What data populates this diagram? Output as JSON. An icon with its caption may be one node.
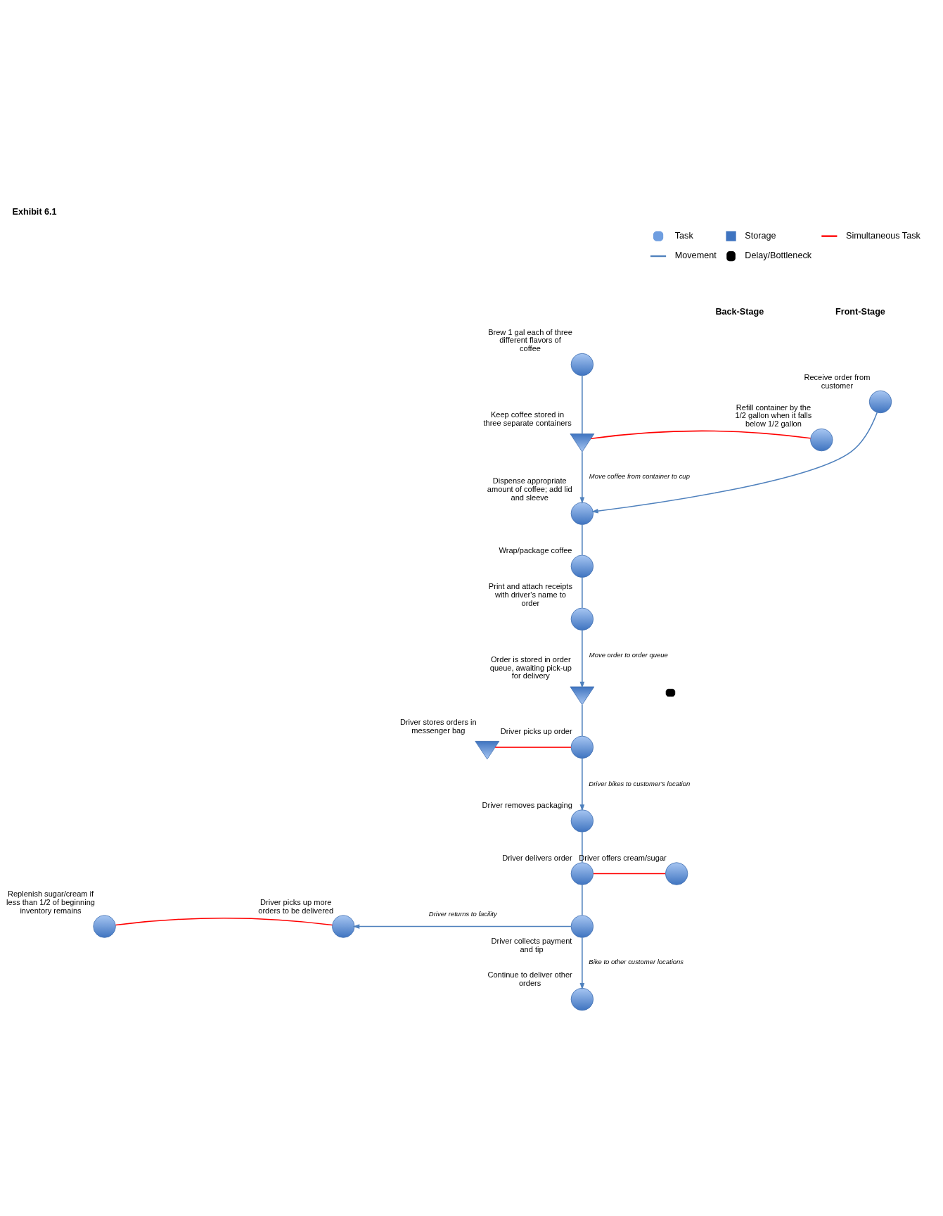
{
  "diagram": {
    "title": "Exhibit 6.1",
    "nodes": [
      {
        "text": [],
        "shape": "circle",
        "beside": [
          "Brew 1 gal each of three different flavors of coffee"
        ]
      },
      {
        "text": [],
        "shape": "triangle",
        "beside": [
          "Keep coffee stored in three separate containers"
        ]
      },
      {
        "text": [],
        "shape": "circle",
        "beside": [
          "Refill container by the 1/2 gallon when it falls below 1/2 gallon"
        ]
      },
      {
        "text": [],
        "shape": "circle",
        "beside": [
          "Receive order from customer"
        ]
      },
      {
        "text": [],
        "shape": "circle",
        "beside": [
          "Dispense appropriate amount of coffee; add lid and sleeve"
        ]
      },
      {
        "text": [],
        "shape": "circle",
        "beside": [
          "Wrap/package coffee"
        ]
      },
      {
        "text": [],
        "shape": "circle",
        "beside": [
          "Print and attach receipts with driver's name to order"
        ]
      },
      {
        "text": [],
        "shape": "triangle",
        "beside": [
          "Order is stored in order queue, awaiting pick-up for delivery"
        ]
      },
      {
        "text": [],
        "shape": "semicircle"
      },
      {
        "text": [],
        "shape": "circle",
        "beside": [
          "Driver picks up order"
        ]
      },
      {
        "text": [],
        "shape": "triangle",
        "beside": [
          "Driver stores orders in messenger bag"
        ]
      },
      {
        "text": [],
        "shape": "circle",
        "beside": [
          "Driver removes packaging"
        ]
      },
      {
        "text": [],
        "shape": "circle",
        "beside": [
          "Driver delivers order"
        ]
      },
      {
        "text": [],
        "shape": "circle",
        "beside": [
          "Driver offers cream/sugar"
        ]
      },
      {
        "text": [],
        "shape": "circle",
        "beside": [
          "Driver collects payment and tip"
        ]
      },
      {
        "text": [],
        "shape": "circle",
        "beside": [
          "Driver picks up more orders to be delivered"
        ]
      },
      {
        "text": [],
        "shape": "circle",
        "beside": [
          "Replenish sugar/cream if less than 1/2 of beginning inventory remains"
        ]
      },
      {
        "text": [],
        "shape": "circle",
        "beside": [
          "Continue to deliver other orders"
        ]
      }
    ],
    "edges": [
      {
        "from": 0,
        "to": 1,
        "arrow": "none"
      },
      {
        "from": 2,
        "to": 1,
        "arrow": "none",
        "color": "#ff0000"
      },
      {
        "from": 1,
        "to": 4,
        "arrow": "to",
        "label": "Move coffee from container to cup"
      },
      {
        "from": 3,
        "to": 4,
        "arrow": "to"
      },
      {
        "from": 4,
        "to": 5,
        "arrow": "none"
      },
      {
        "from": 5,
        "to": 6,
        "arrow": "none"
      },
      {
        "from": 6,
        "to": 7,
        "arrow": "to",
        "label": "Move order to order queue"
      },
      {
        "from": 7,
        "to": 9,
        "arrow": "none"
      },
      {
        "from": 10,
        "to": 9,
        "arrow": "none",
        "color": "#ff0000"
      },
      {
        "from": 9,
        "to": 11,
        "arrow": "to",
        "label": "Driver bikes to customer's location"
      },
      {
        "from": 11,
        "to": 12,
        "arrow": "none"
      },
      {
        "from": 12,
        "to": 13,
        "arrow": "none",
        "color": "#ff0000"
      },
      {
        "from": 12,
        "to": 14,
        "arrow": "none"
      },
      {
        "from": 14,
        "to": 15,
        "arrow": "to",
        "label": "Driver returns to facility"
      },
      {
        "from": 16,
        "to": 15,
        "arrow": "none",
        "color": "#ff0000"
      },
      {
        "from": 14,
        "to": 17,
        "arrow": "to",
        "label": "Bike to other customer locations"
      }
    ],
    "labels": [
      "Back-Stage",
      "Front-Stage"
    ],
    "legend": [
      {
        "text": "Task"
      },
      {
        "text": "Storage"
      },
      {
        "text": "Simultaneous Task"
      },
      {
        "text": "Movement"
      },
      {
        "text": "Delay/Bottleneck"
      }
    ]
  }
}
